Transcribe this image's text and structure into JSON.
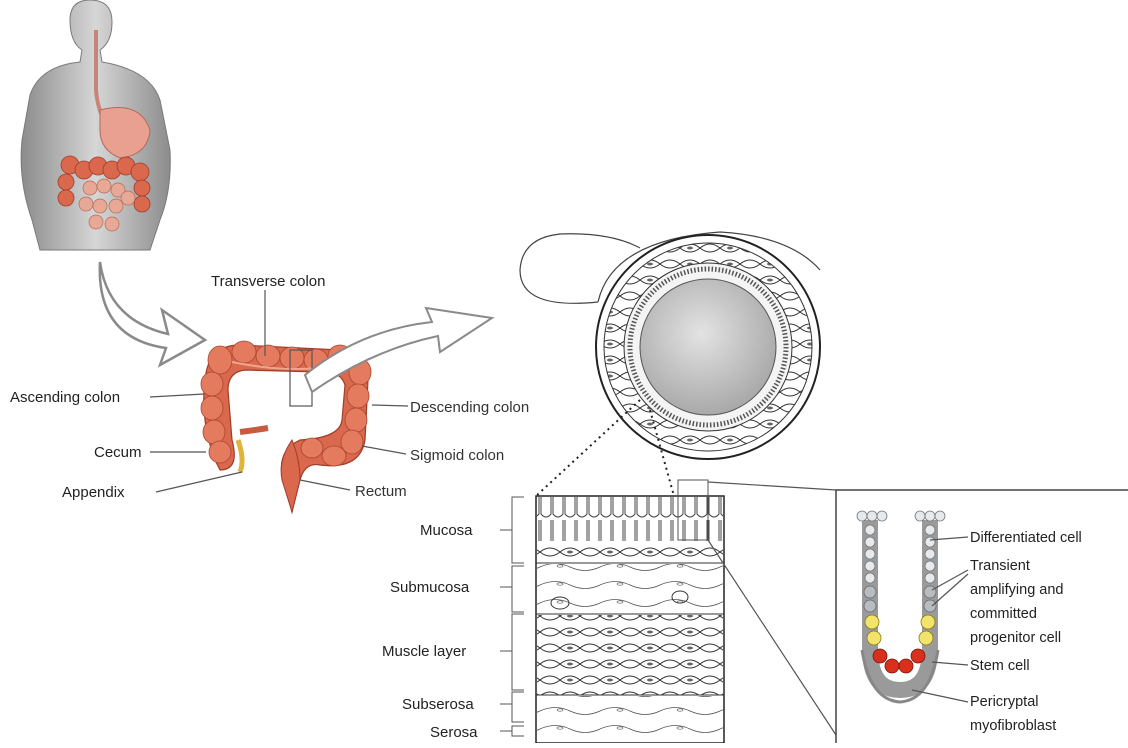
{
  "colon_labels": {
    "transverse": "Transverse colon",
    "ascending": "Ascending colon",
    "cecum": "Cecum",
    "appendix": "Appendix",
    "descending": "Descending colon",
    "sigmoid": "Sigmoid colon",
    "rectum": "Rectum"
  },
  "layer_labels": {
    "mucosa": "Mucosa",
    "submucosa": "Submucosa",
    "muscle": "Muscle layer",
    "subserosa": "Subserosa",
    "serosa": "Serosa"
  },
  "crypt_labels": {
    "differentiated": "Differentiated cell",
    "transient_1": "Transient",
    "transient_2": "amplifying and",
    "transient_3": "committed",
    "transient_4": "progenitor cell",
    "stem": "Stem cell",
    "pericryptal_1": "Pericryptal",
    "pericryptal_2": "myofibroblast"
  },
  "colors": {
    "colon": "#d9684c",
    "colon_dark": "#b84a32",
    "stem_cell": "#d9301e",
    "progenitor": "#f2e36a",
    "lumen": "#cfcfcf",
    "arrow": "#8a8a8a"
  }
}
